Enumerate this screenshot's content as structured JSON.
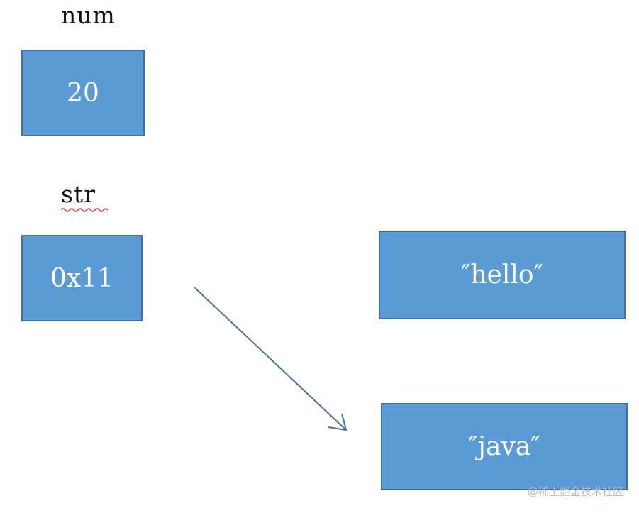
{
  "variables": {
    "num": {
      "name": "num",
      "value": "20"
    },
    "str": {
      "name": "str",
      "value": "0x11"
    }
  },
  "heap": {
    "hello": "″hello″",
    "java": "″java″"
  },
  "colors": {
    "box_fill": "#5b9bd5",
    "box_border": "#41719c",
    "arrow": "#4a6f9c",
    "spellcheck_underline": "#e03030"
  },
  "watermark": "@稀土掘金技术社区"
}
